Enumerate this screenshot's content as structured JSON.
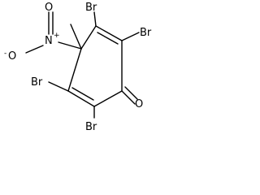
{
  "molecule": {
    "atoms": {
      "nitro_n": "N",
      "nitro_o_top": "O",
      "nitro_o_left": "O",
      "nitro_o_charge": "-",
      "nitro_n_charge": "+",
      "br_top": "Br",
      "br_right": "Br",
      "br_left": "Br",
      "br_bottom": "Br",
      "carbonyl_o": "O"
    },
    "colors": {
      "bond": "#000000",
      "text": "#000000",
      "background": "#ffffff"
    }
  }
}
